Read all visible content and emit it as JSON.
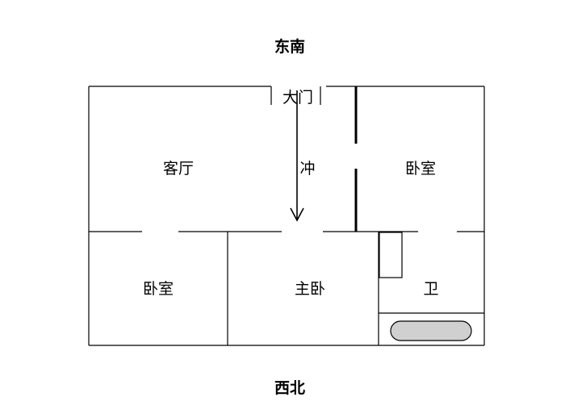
{
  "compass": {
    "top": "东南",
    "bottom": "西北"
  },
  "rooms": {
    "living_room": "客厅",
    "bedroom_right": "卧室",
    "bedroom_left": "卧室",
    "master_bedroom": "主卧",
    "bathroom": "卫"
  },
  "labels": {
    "front_door": "大门",
    "clash": "冲"
  }
}
